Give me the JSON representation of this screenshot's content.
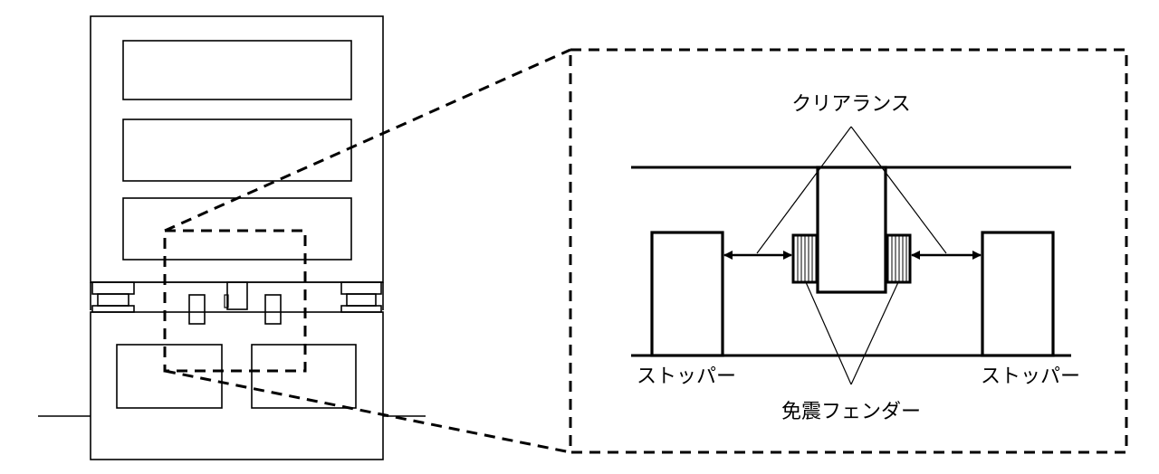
{
  "labels": {
    "clearance": "クリアランス",
    "stopper_left": "ストッパー",
    "stopper_right": "ストッパー",
    "fender": "免震フェンダー"
  }
}
